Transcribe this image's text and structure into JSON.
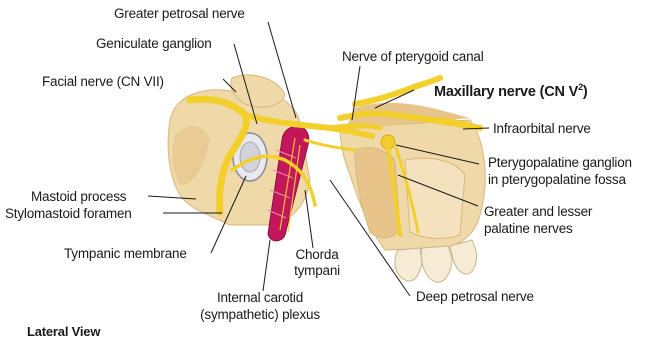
{
  "labels": {
    "greater_petrosal": "Greater petrosal nerve",
    "geniculate": "Geniculate ganglion",
    "facial": "Facial nerve (CN VII)",
    "pterygoid_canal": "Nerve of pterygoid canal",
    "maxillary_main": "Maxillary nerve (CN V",
    "maxillary_sup": "2",
    "maxillary_close": ")",
    "infraorbital": "Infraorbital nerve",
    "pterygopalatine_1": "Pterygopalatine ganglion",
    "pterygopalatine_2": "in pterygopalatine fossa",
    "palatine_1": "Greater and lesser",
    "palatine_2": "palatine nerves",
    "mastoid": "Mastoid process",
    "stylomastoid": "Stylomastoid foramen",
    "tympanic": "Tympanic membrane",
    "chorda_1": "Chorda",
    "chorda_2": "tympani",
    "carotid_1": "Internal carotid",
    "carotid_2": "(sympathetic) plexus",
    "deep_petrosal": "Deep petrosal nerve",
    "view": "Lateral View"
  },
  "colors": {
    "nerve": "#f2cf2a",
    "bone": "#f0d9a8",
    "bone_shade": "#d9b77a",
    "artery": "#c2185b",
    "tooth": "#f6ecd6"
  }
}
